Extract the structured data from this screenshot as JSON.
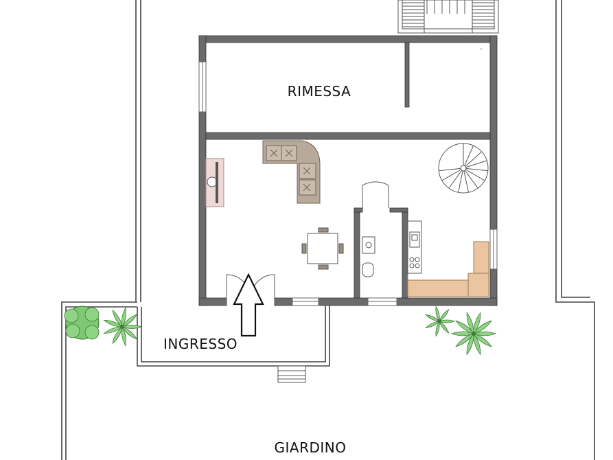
{
  "labels": {
    "rimessa": "RIMESSA",
    "ingresso": "INGRESSO",
    "giardino": "GIARDINO"
  },
  "colors": {
    "wall": "#6b6b6b",
    "wall_edge": "#333333",
    "outline": "#444444",
    "sofa": "#b9a99a",
    "kitchen": "#ebc59f",
    "fireplace": "#efd9d6",
    "plant_green": "#7ec873"
  },
  "icons": [
    "sofa-icon",
    "fireplace-icon",
    "dining-table-icon",
    "spiral-stair-icon",
    "kitchen-counter-icon",
    "sink-icon",
    "stove-icon",
    "bidet-icon",
    "toilet-icon",
    "entrance-arrow-icon",
    "plant-icon",
    "step-icon"
  ]
}
